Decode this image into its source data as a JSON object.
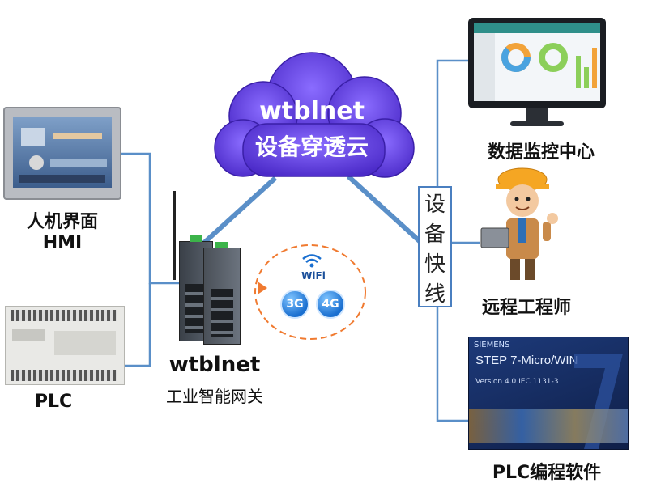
{
  "cloud": {
    "line1": "wtblnet",
    "line2": "设备穿透云"
  },
  "gateway": {
    "line1": "wtblnet",
    "line2": "工业智能网关"
  },
  "hmi": {
    "line1": "人机界面",
    "line2": "HMI"
  },
  "plc": {
    "label": "PLC"
  },
  "wireless": {
    "wifi": "WiFi",
    "badge_3g": "3G",
    "badge_4g": "4G"
  },
  "vertical_label": [
    "设",
    "备",
    "快",
    "线"
  ],
  "right_nodes": {
    "monitor": "数据监控中心",
    "engineer": "远程工程师",
    "software": "PLC编程软件"
  },
  "software_screen": {
    "brand": "SIEMENS",
    "title": "STEP 7-Micro/WIN",
    "version": "Version 4.0   IEC 1131-3"
  },
  "colors": {
    "cloud": "#6a3fe0",
    "link": "#5a8fc8",
    "accent": "#1a6fd0"
  }
}
